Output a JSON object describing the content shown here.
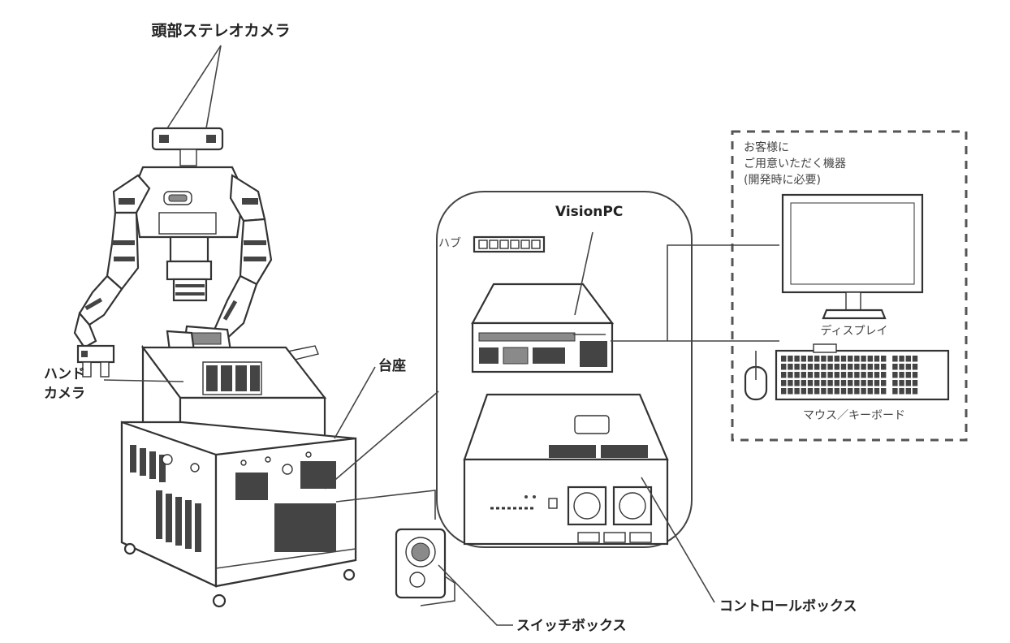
{
  "labels": {
    "head_stereo_camera": "頭部ステレオカメラ",
    "hand_camera_line1": "ハンド",
    "hand_camera_line2": "カメラ",
    "pedestal": "台座",
    "vision_pc": "VisionPC",
    "hub": "ハブ",
    "customer_note_line1": "お客様に",
    "customer_note_line2": "ご用意いただく機器",
    "customer_note_line3": "(開発時に必要)",
    "display": "ディスプレイ",
    "mouse_keyboard": "マウス／キーボード",
    "control_box": "コントロールボックス",
    "switch_box": "スイッチボックス"
  },
  "icons": {
    "robot": "dual-arm-humanoid-robot",
    "pedestal": "robot-pedestal-cabinet",
    "vision_pc": "pc-unit",
    "hub": "network-hub",
    "control_box": "control-box",
    "switch_box": "emergency-switch-box",
    "display": "monitor",
    "keyboard": "keyboard",
    "mouse": "mouse"
  },
  "colors": {
    "stroke": "#333333",
    "fill_grey": "#cfcfcf",
    "fill_dark": "#444444"
  }
}
